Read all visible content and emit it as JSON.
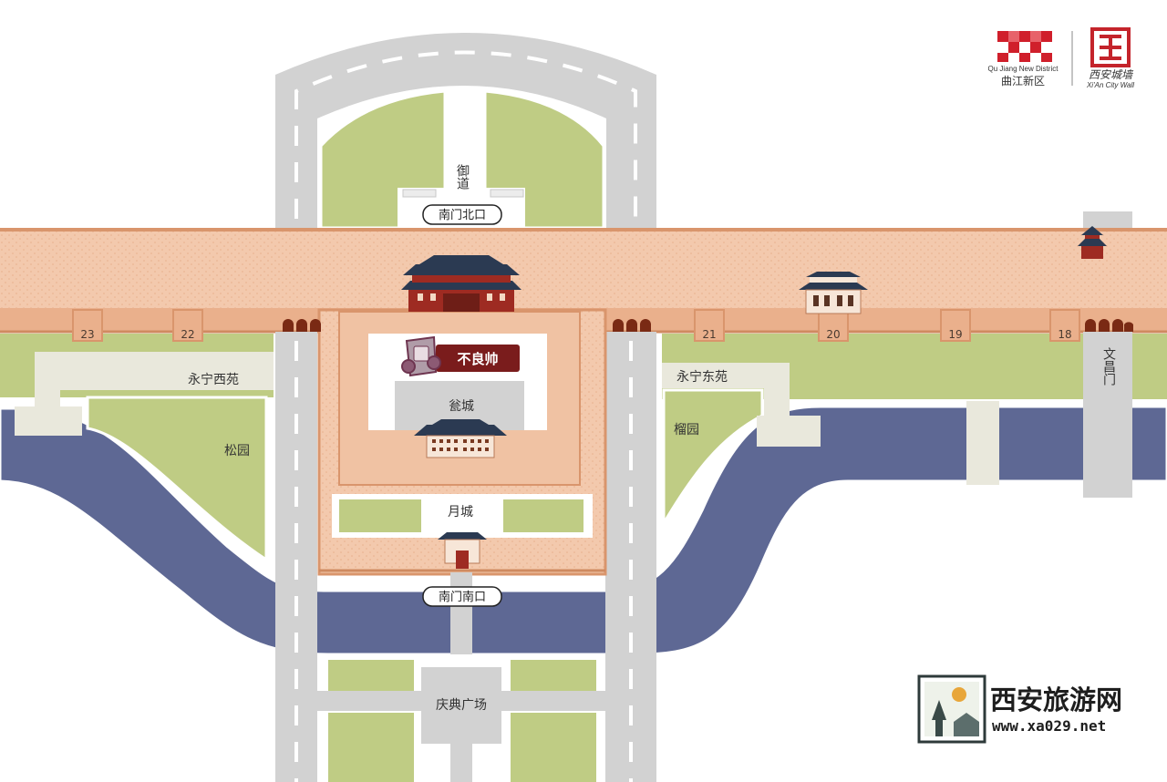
{
  "colors": {
    "background": "#ffffff",
    "road": "#d2d2d2",
    "road_dash": "#ffffff",
    "grass": "#bfcc84",
    "wall": "#f3c9ad",
    "wall_edge": "#d9956c",
    "moat": "#5e6894",
    "brand_red": "#d01f2b",
    "badge_red": "#7a1c1c"
  },
  "labels": {
    "imperial_road": "御道",
    "south_gate_north_exit": "南门北口",
    "south_gate_south_exit": "南门南口",
    "yongning_west_garden": "永宁西苑",
    "yongning_east_garden": "永宁东苑",
    "song_garden": "松园",
    "liu_garden": "榴园",
    "barbican": "瓮城",
    "outer_enclosure": "月城",
    "ceremony_square": "庆典广场",
    "wenchang_gate": "文昌门",
    "buliangshuai": "不良帅"
  },
  "bastion_numbers": [
    "23",
    "22",
    "21",
    "20",
    "19",
    "18"
  ],
  "logos": {
    "qujiang_en": "Qu Jiang New District",
    "qujiang_cn": "曲江新区",
    "citywall_script": "西安城墙",
    "citywall_en": "Xi'An City Wall"
  },
  "brand": {
    "name": "西安旅游网",
    "url": "www.xa029.net"
  }
}
